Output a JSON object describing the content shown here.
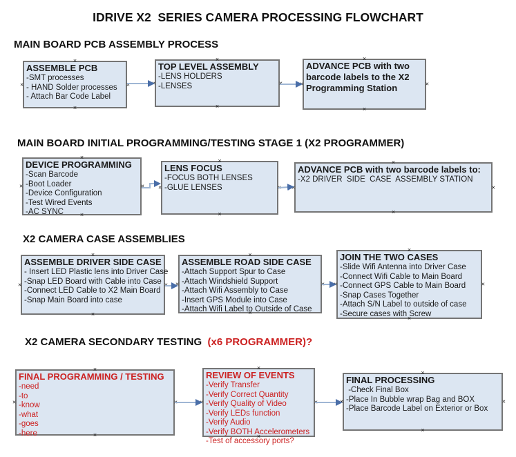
{
  "title": "IDRIVE X2  SERIES CAMERA PROCESSING FLOWCHART",
  "colors": {
    "box_fill": "#dce6f2",
    "box_border": "#757575",
    "arrow_line": "#9fb6d4",
    "arrow_head": "#4a6ea8",
    "red_text": "#cc2222",
    "black_text": "#1a1a1a"
  },
  "sections": [
    {
      "heading": "MAIN BOARD PCB ASSEMBLY PROCESS",
      "heading_red": "",
      "boxes": [
        {
          "title": "ASSEMBLE PCB",
          "lines": [
            "-SMT processes",
            "- HAND Solder processes",
            "- Attach Bar Code Label"
          ]
        },
        {
          "title": "TOP LEVEL ASSEMBLY",
          "lines": [
            "-LENS HOLDERS",
            "-LENSES"
          ]
        },
        {
          "title": "ADVANCE PCB with two barcode labels to the  X2 Programming Station",
          "lines": []
        }
      ]
    },
    {
      "heading": "MAIN BOARD INITIAL PROGRAMMING/TESTING STAGE 1 (X2 PROGRAMMER)",
      "heading_red": "",
      "boxes": [
        {
          "title": "DEVICE PROGRAMMING",
          "lines": [
            "-Scan Barcode",
            "-Boot Loader",
            "-Device Configuration",
            "-Test Wired Events",
            "-AC SYNC"
          ]
        },
        {
          "title": "LENS FOCUS",
          "lines": [
            "-FOCUS BOTH LENSES",
            "-GLUE LENSES"
          ]
        },
        {
          "title": "ADVANCE PCB with two barcode labels to:",
          "lines": [
            "-X2 DRIVER  SIDE  CASE  ASSEMBLY STATION"
          ]
        }
      ]
    },
    {
      "heading": "X2 CAMERA CASE ASSEMBLIES",
      "heading_red": "",
      "boxes": [
        {
          "title": "ASSEMBLE DRIVER SIDE CASE",
          "lines": [
            "- Insert LED Plastic lens into Driver Case",
            "-Snap LED Board with Cable into Case",
            "-Connect LED Cable to X2 Main Board",
            "-Snap Main Board into case"
          ]
        },
        {
          "title": "ASSEMBLE ROAD SIDE CASE",
          "lines": [
            "-Attach Support Spur to Case",
            "-Attach Windshield Support",
            "-Attach Wifi Assembly to Case",
            "-Insert GPS Module into Case",
            "-Attach Wifi Label to Outside of Case"
          ]
        },
        {
          "title": "JOIN THE TWO CASES",
          "lines": [
            "-Slide Wifi Antenna into Driver Case",
            "-Connect Wifi Cable to Main Board",
            "-Connect GPS Cable to Main Board",
            "-Snap Cases Together",
            "-Attach S/N Label to outside of case",
            "-Secure cases with Screw"
          ]
        }
      ]
    },
    {
      "heading": "X2 CAMERA SECONDARY TESTING ",
      "heading_red": " (x6 PROGRAMMER)?",
      "boxes": [
        {
          "title": "FINAL PROGRAMMING / TESTING",
          "lines": [
            "-need",
            "-to",
            "-know",
            "-what",
            "-goes",
            "-here"
          ]
        },
        {
          "title": "REVIEW OF EVENTS",
          "lines": [
            "-Verify Transfer",
            "-Verify Correct Quantity",
            "-Verify Quality of Video",
            "-Verify LEDs function",
            "-Verify Audio",
            "-Verify BOTH Accelerometers",
            "-Test of accessory ports?"
          ]
        },
        {
          "title": "FINAL PROCESSING",
          "lines": [
            " -Check Final Box",
            "-Place In Bubble wrap Bag and BOX",
            "-Place Barcode Label on Exterior or Box"
          ]
        }
      ]
    }
  ]
}
